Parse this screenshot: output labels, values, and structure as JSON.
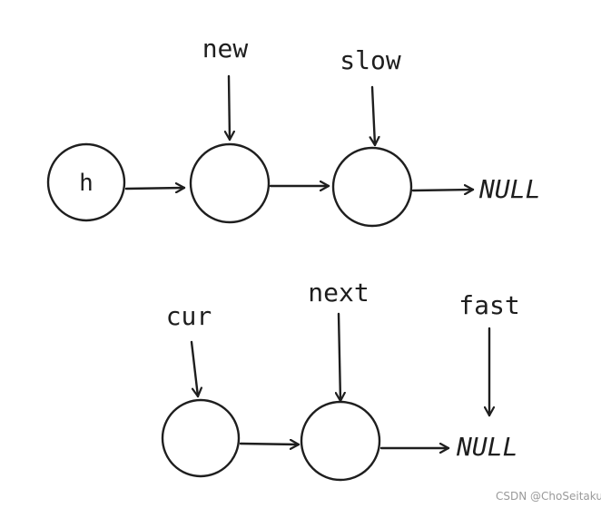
{
  "diagram": {
    "top_row": {
      "pointer_labels": [
        "new",
        "slow"
      ],
      "head_node_label": "h",
      "null_label": "NULL"
    },
    "bottom_row": {
      "pointer_labels": [
        "cur",
        "next",
        "fast"
      ],
      "null_label": "NULL"
    }
  },
  "watermark": "CSDN @ChoSeitaku"
}
